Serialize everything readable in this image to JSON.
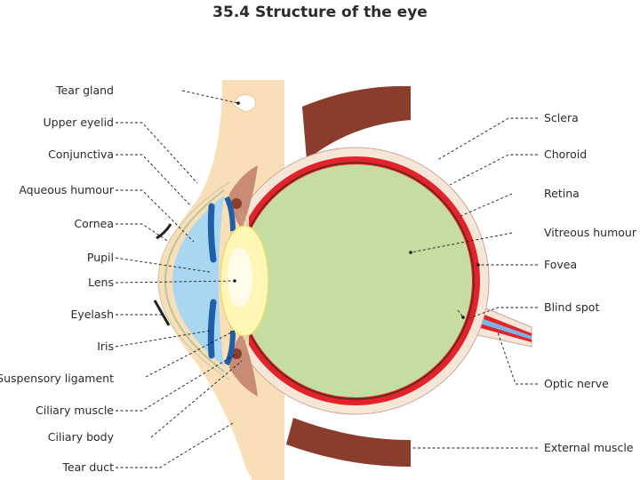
{
  "title": "35.4 Structure of the eye",
  "left_labels": [
    {
      "id": "tear-gland",
      "text": "Tear gland"
    },
    {
      "id": "upper-eyelid",
      "text": "Upper eyelid"
    },
    {
      "id": "conjunctiva",
      "text": "Conjunctiva"
    },
    {
      "id": "aqueous-humour",
      "text": "Aqueous humour"
    },
    {
      "id": "cornea",
      "text": "Cornea"
    },
    {
      "id": "pupil",
      "text": "Pupil"
    },
    {
      "id": "lens",
      "text": "Lens"
    },
    {
      "id": "eyelash",
      "text": "Eyelash"
    },
    {
      "id": "iris",
      "text": "Iris"
    },
    {
      "id": "suspensory-ligament",
      "text": "Suspensory ligament"
    },
    {
      "id": "ciliary-muscle",
      "text": "Ciliary muscle"
    },
    {
      "id": "ciliary-body",
      "text": "Ciliary body"
    },
    {
      "id": "tear-duct",
      "text": "Tear duct"
    }
  ],
  "right_labels": [
    {
      "id": "sclera",
      "text": "Sclera"
    },
    {
      "id": "choroid",
      "text": "Choroid"
    },
    {
      "id": "retina",
      "text": "Retina"
    },
    {
      "id": "vitreous-humour",
      "text": "Vitreous humour"
    },
    {
      "id": "fovea",
      "text": "Fovea"
    },
    {
      "id": "blind-spot",
      "text": "Blind spot"
    },
    {
      "id": "optic-nerve",
      "text": "Optic nerve"
    },
    {
      "id": "external-muscle",
      "text": "External muscle"
    }
  ],
  "colors": {
    "skin": "#f8dfb8",
    "sclera": "#f6e6d8",
    "choroid": "#e3232b",
    "retina_line": "#5a2a1a",
    "vitreous": "#c5dda0",
    "aqueous": "#a9d7f2",
    "iris": "#1f5fa8",
    "lens": "#fff6b5",
    "muscle": "#8a3d2c",
    "optic_core": "#7fb2e0"
  }
}
